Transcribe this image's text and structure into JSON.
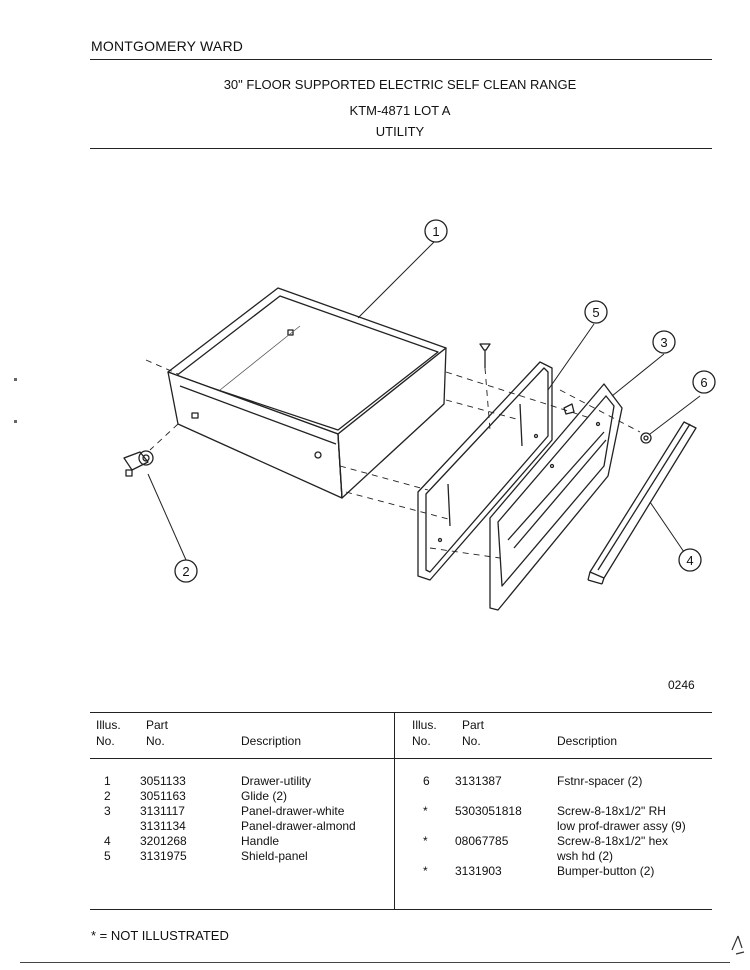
{
  "header": {
    "brand": "MONTGOMERY WARD",
    "title": "30\" FLOOR SUPPORTED ELECTRIC SELF CLEAN RANGE",
    "model": "KTM-4871 LOT A",
    "section": "UTILITY"
  },
  "diagram": {
    "callouts": [
      "1",
      "2",
      "3",
      "4",
      "5",
      "6"
    ],
    "ref_code": "0246"
  },
  "table": {
    "headers": {
      "illus_line1": "Illus.",
      "illus_line2": "No.",
      "part_line1": "Part",
      "part_line2": "No.",
      "description": "Description"
    },
    "left_rows": [
      {
        "illus": "1",
        "part": "3051133",
        "desc": "Drawer-utility"
      },
      {
        "illus": "2",
        "part": "3051163",
        "desc": "Glide (2)"
      },
      {
        "illus": "3",
        "part": "3131117",
        "desc": "Panel-drawer-white"
      },
      {
        "illus": "",
        "part": "3131134",
        "desc": "Panel-drawer-almond"
      },
      {
        "illus": "4",
        "part": "3201268",
        "desc": "Handle"
      },
      {
        "illus": "5",
        "part": "3131975",
        "desc": "Shield-panel"
      }
    ],
    "right_rows": [
      {
        "illus": "6",
        "part": "3131387",
        "desc": "Fstnr-spacer (2)"
      },
      {
        "illus": "*",
        "part": "5303051818",
        "desc": "Screw-8-18x1/2\" RH"
      },
      {
        "illus": "",
        "part": "",
        "desc": "low prof-drawer assy (9)"
      },
      {
        "illus": "*",
        "part": "08067785",
        "desc": "Screw-8-18x1/2\" hex"
      },
      {
        "illus": "",
        "part": "",
        "desc": "wsh hd (2)"
      },
      {
        "illus": "*",
        "part": "3131903",
        "desc": "Bumper-button (2)"
      }
    ]
  },
  "footnote": "* = NOT ILLUSTRATED"
}
